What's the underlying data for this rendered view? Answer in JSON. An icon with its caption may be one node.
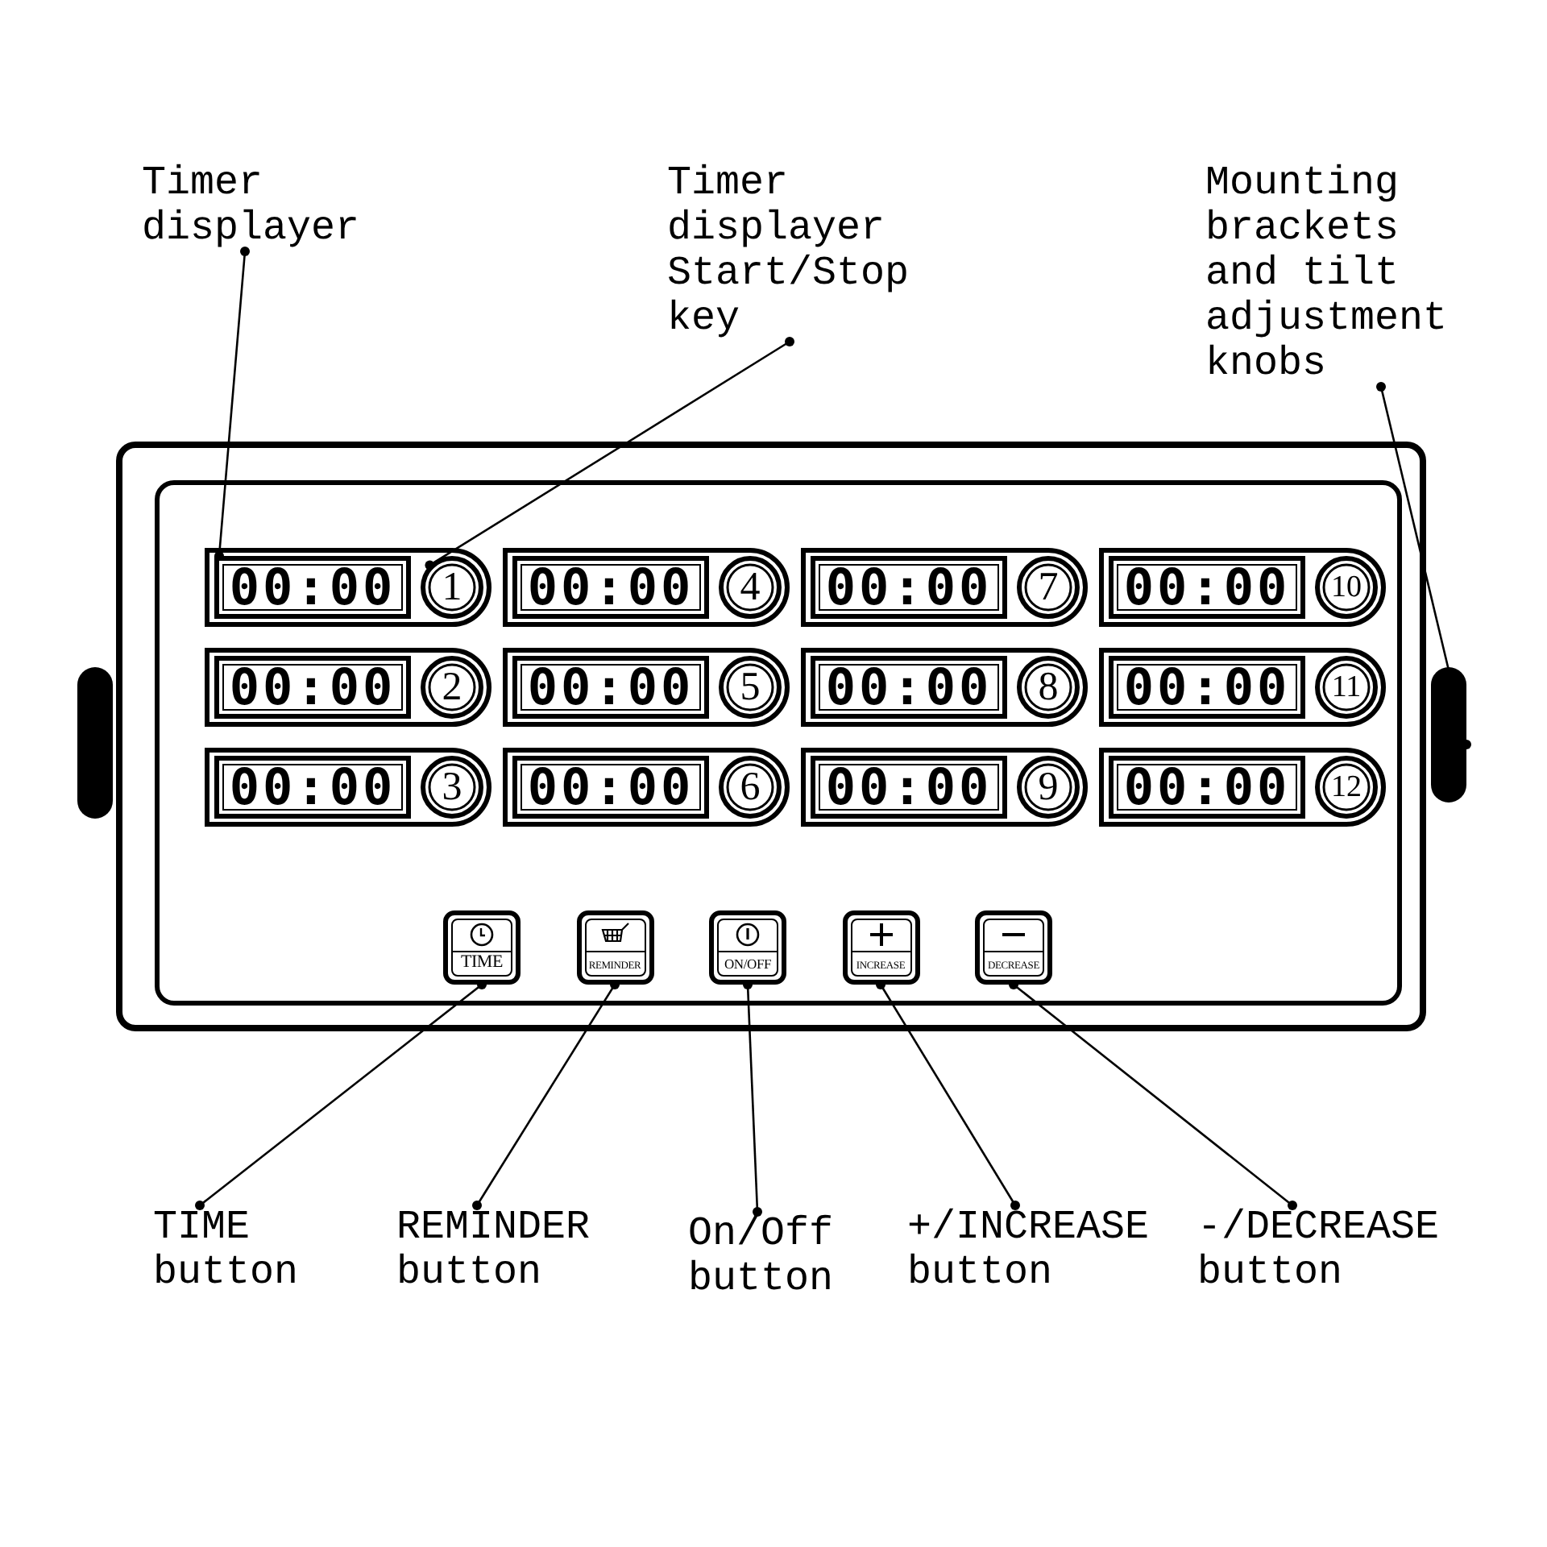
{
  "diagram": {
    "nodes": [
      {
        "text": [
          "Timer displayer"
        ]
      },
      {
        "text": [
          "Timer displayer Start/Stop key"
        ]
      },
      {
        "text": [
          "Mounting brackets and tilt adjustment knobs"
        ]
      },
      {
        "text": [],
        "shape": "bar"
      },
      {
        "text": [],
        "shape": "box"
      },
      {
        "text": [],
        "shape": "box",
        "in": 4
      },
      {
        "text": [],
        "shape": "box",
        "in": 5
      },
      {
        "text": [
          "00:00"
        ],
        "in": 6
      },
      {
        "text": [
          "1"
        ],
        "in": 6
      },
      {
        "text": [],
        "shape": "box",
        "in": 5
      },
      {
        "text": [
          "00:00"
        ],
        "in": 9
      },
      {
        "text": [
          "4"
        ],
        "in": 9
      },
      {
        "text": [],
        "shape": "box",
        "in": 5
      },
      {
        "text": [
          "00:00"
        ],
        "in": 12
      },
      {
        "text": [
          "7"
        ],
        "in": 12
      },
      {
        "text": [],
        "shape": "box",
        "in": 5
      },
      {
        "text": [
          "00:00"
        ],
        "in": 15
      },
      {
        "text": [
          "10"
        ],
        "in": 15
      },
      {
        "text": [],
        "shape": "box",
        "in": 5
      },
      {
        "text": [
          "00:00"
        ],
        "in": 18
      },
      {
        "text": [
          "2"
        ],
        "in": 18
      },
      {
        "text": [],
        "shape": "box",
        "in": 5
      },
      {
        "text": [
          "00:00"
        ],
        "in": 21
      },
      {
        "text": [
          "5"
        ],
        "in": 21
      },
      {
        "text": [],
        "shape": "box",
        "in": 5
      },
      {
        "text": [
          "00:00"
        ],
        "in": 24
      },
      {
        "text": [
          "8"
        ],
        "in": 24
      },
      {
        "text": [],
        "shape": "box",
        "in": 5
      },
      {
        "text": [
          "00:00"
        ],
        "in": 27
      },
      {
        "text": [
          "11"
        ],
        "in": 27
      },
      {
        "text": [],
        "shape": "box",
        "in": 5
      },
      {
        "text": [
          "00:00"
        ],
        "in": 30
      },
      {
        "text": [
          "3"
        ],
        "in": 30
      },
      {
        "text": [],
        "shape": "box",
        "in": 5
      },
      {
        "text": [
          "00:00"
        ],
        "in": 33
      },
      {
        "text": [
          "6"
        ],
        "in": 33
      },
      {
        "text": [],
        "shape": "box",
        "in": 5
      },
      {
        "text": [
          "00:00"
        ],
        "in": 36
      },
      {
        "text": [
          "9"
        ],
        "in": 36
      },
      {
        "text": [],
        "shape": "box",
        "in": 5
      },
      {
        "text": [
          "00:00"
        ],
        "in": 39
      },
      {
        "text": [
          "12"
        ],
        "in": 39
      },
      {
        "text": [
          "TIME"
        ],
        "in": 5
      },
      {
        "text": [
          "REMINDER"
        ],
        "in": 5
      },
      {
        "text": [
          "ON/OFF"
        ],
        "in": 5
      },
      {
        "text": [
          "INCREASE"
        ],
        "in": 5
      },
      {
        "text": [
          "DECREASE"
        ],
        "in": 5
      },
      {
        "text": [],
        "shape": "bar"
      },
      {
        "text": [
          "TIME button"
        ]
      },
      {
        "text": [
          "REMINDER button"
        ]
      },
      {
        "text": [
          "On/Off button"
        ]
      },
      {
        "text": [
          "+/INCREASE button"
        ]
      },
      {
        "text": [
          "-/DECREASE button"
        ]
      }
    ],
    "edges": [
      {
        "from": 0,
        "to": 7,
        "arrow": "other"
      },
      {
        "from": 1,
        "to": 8,
        "arrow": "other"
      },
      {
        "from": 2,
        "to": 47,
        "arrow": "other"
      },
      {
        "from": 48,
        "to": 42,
        "arrow": "other"
      },
      {
        "from": 49,
        "to": 43,
        "arrow": "other"
      },
      {
        "from": 50,
        "to": 44,
        "arrow": "other"
      },
      {
        "from": 51,
        "to": 45,
        "arrow": "other"
      },
      {
        "from": 52,
        "to": 46,
        "arrow": "other"
      }
    ]
  }
}
